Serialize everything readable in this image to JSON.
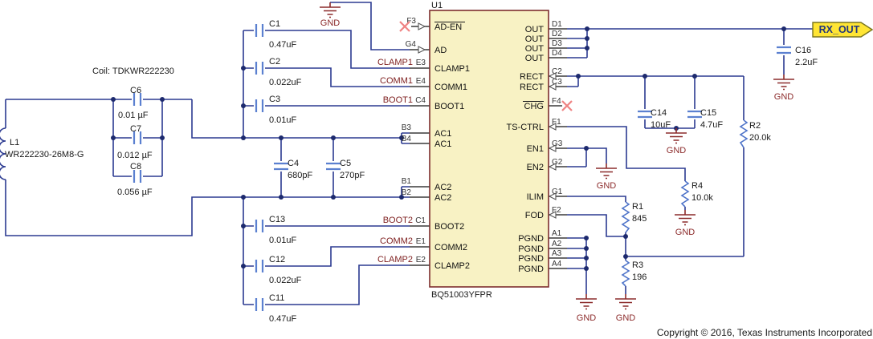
{
  "labels": {
    "coil_note": "Coil: TDKWR222230",
    "copyright": "Copyright © 2016, Texas Instruments Incorporated",
    "gnd": "GND",
    "rx_out_flag": "RX_OUT"
  },
  "ic": {
    "refdes": "U1",
    "part_number": "BQ51003YFPR",
    "left_pins": [
      {
        "designator": "F3",
        "name": "AD-EN",
        "overline": true,
        "no_connect": true
      },
      {
        "designator": "G4",
        "name": "AD"
      },
      {
        "designator": "E3",
        "name": "CLAMP1"
      },
      {
        "designator": "E4",
        "name": "COMM1"
      },
      {
        "designator": "C4",
        "name": "BOOT1"
      },
      {
        "designator": "B3",
        "name": "AC1"
      },
      {
        "designator": "B4",
        "name": "AC1"
      },
      {
        "designator": "B1",
        "name": "AC2"
      },
      {
        "designator": "B2",
        "name": "AC2"
      },
      {
        "designator": "C1",
        "name": "BOOT2"
      },
      {
        "designator": "E1",
        "name": "COMM2"
      },
      {
        "designator": "E2",
        "name": "CLAMP2"
      }
    ],
    "right_pins": [
      {
        "designator": "D1",
        "name": "OUT"
      },
      {
        "designator": "D2",
        "name": "OUT"
      },
      {
        "designator": "D3",
        "name": "OUT"
      },
      {
        "designator": "D4",
        "name": "OUT"
      },
      {
        "designator": "C2",
        "name": "RECT"
      },
      {
        "designator": "C3",
        "name": "RECT"
      },
      {
        "designator": "F4",
        "name": "CHG",
        "overline": true,
        "no_connect": true
      },
      {
        "designator": "F1",
        "name": "TS-CTRL"
      },
      {
        "designator": "G3",
        "name": "EN1"
      },
      {
        "designator": "G2",
        "name": "EN2"
      },
      {
        "designator": "G1",
        "name": "ILIM"
      },
      {
        "designator": "F2",
        "name": "FOD"
      },
      {
        "designator": "A1",
        "name": "PGND"
      },
      {
        "designator": "A2",
        "name": "PGND"
      },
      {
        "designator": "A3",
        "name": "PGND"
      },
      {
        "designator": "A4",
        "name": "PGND"
      }
    ]
  },
  "net_labels": {
    "clamp1": "CLAMP1",
    "comm1": "COMM1",
    "boot1": "BOOT1",
    "boot2": "BOOT2",
    "comm2": "COMM2",
    "clamp2": "CLAMP2"
  },
  "components": {
    "L1": {
      "refdes": "L1",
      "value": "WR222230-26M8-G"
    },
    "C1": {
      "refdes": "C1",
      "value": "0.47uF"
    },
    "C2": {
      "refdes": "C2",
      "value": "0.022uF"
    },
    "C3": {
      "refdes": "C3",
      "value": "0.01uF"
    },
    "C4": {
      "refdes": "C4",
      "value": "680pF"
    },
    "C5": {
      "refdes": "C5",
      "value": "270pF"
    },
    "C6": {
      "refdes": "C6",
      "value": "0.01 µF"
    },
    "C7": {
      "refdes": "C7",
      "value": "0.012 µF"
    },
    "C8": {
      "refdes": "C8",
      "value": "0.056 µF"
    },
    "C11": {
      "refdes": "C11",
      "value": "0.47uF"
    },
    "C12": {
      "refdes": "C12",
      "value": "0.022uF"
    },
    "C13": {
      "refdes": "C13",
      "value": "0.01uF"
    },
    "C14": {
      "refdes": "C14",
      "value": "10uF"
    },
    "C15": {
      "refdes": "C15",
      "value": "4.7uF"
    },
    "C16": {
      "refdes": "C16",
      "value": "2.2uF"
    },
    "R1": {
      "refdes": "R1",
      "value": "845"
    },
    "R2": {
      "refdes": "R2",
      "value": "20.0k"
    },
    "R3": {
      "refdes": "R3",
      "value": "196"
    },
    "R4": {
      "refdes": "R4",
      "value": "10.0k"
    }
  },
  "colors": {
    "wire": "#2b3a91",
    "symbol_blue": "#5b80d0",
    "ic_fill": "#f8f2c4",
    "ic_border": "#7d2e2e",
    "net_label": "#7e1f1f",
    "gnd": "#8c2b2b",
    "no_connect_x": "#ef8383",
    "flag_fill": "#ffe534"
  }
}
